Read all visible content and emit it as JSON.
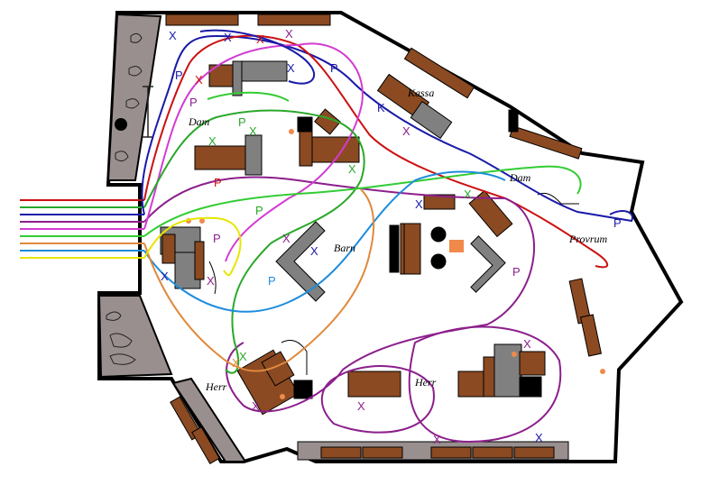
{
  "labels": {
    "dam1": "Dam",
    "dam2": "Dam",
    "kassa": "Kassa",
    "barn": "Barn",
    "provrum": "Provrum",
    "herr1": "Herr",
    "herr2": "Herr"
  },
  "colors": {
    "wall": "#000000",
    "floor": "#ffffff",
    "shelf": "#8b4a22",
    "gray": "#808080",
    "shelf_dark": "#6e3a1a",
    "floor_gray": "#9a8f8f",
    "accent_orange": "#f08a4b",
    "path_red": "#cc1111",
    "path_blue": "#1a1aa8",
    "path_purple": "#8c1f8c",
    "path_green": "#2aa82a",
    "path_lgreen": "#33cc33",
    "path_magenta": "#d23cd2",
    "path_cyan": "#1e8cdc",
    "path_orange": "#e08a3c",
    "path_yellow": "#e6e600"
  },
  "markers": [
    {
      "text": "X",
      "color": "#1a1aa8"
    },
    {
      "text": "X",
      "color": "#1a1aa8"
    },
    {
      "text": "X",
      "color": "#cc1111"
    },
    {
      "text": "X",
      "color": "#8c1f8c"
    },
    {
      "text": "P",
      "color": "#1a1aa8"
    },
    {
      "text": "X",
      "color": "#cc1111"
    },
    {
      "text": "X",
      "color": "#1a1aa8"
    },
    {
      "text": "P",
      "color": "#1a1aa8"
    },
    {
      "text": "P",
      "color": "#8c1f8c"
    },
    {
      "text": "P",
      "color": "#2aa82a"
    },
    {
      "text": "X",
      "color": "#2aa82a"
    },
    {
      "text": "X",
      "color": "#2aa82a"
    },
    {
      "text": "K",
      "color": "#1a1aa8"
    },
    {
      "text": "X",
      "color": "#8c1f8c"
    },
    {
      "text": "P",
      "color": "#cc1111"
    },
    {
      "text": "X",
      "color": "#1a1aa8"
    },
    {
      "text": "X",
      "color": "#2aa82a"
    },
    {
      "text": "X",
      "color": "#2aa82a"
    },
    {
      "text": "P",
      "color": "#1a1aa8"
    },
    {
      "text": "P",
      "color": "#2aa82a"
    },
    {
      "text": "P",
      "color": "#8c1f8c"
    },
    {
      "text": "X",
      "color": "#8c1f8c"
    },
    {
      "text": "X",
      "color": "#1a1aa8"
    },
    {
      "text": "X",
      "color": "#1a1aa8"
    },
    {
      "text": "X",
      "color": "#8c1f8c"
    },
    {
      "text": "P",
      "color": "#1e8cdc"
    },
    {
      "text": "P",
      "color": "#8c1f8c"
    },
    {
      "text": "X",
      "color": "#2aa82a"
    },
    {
      "text": "X",
      "color": "#e08a3c"
    },
    {
      "text": "X",
      "color": "#8c1f8c"
    },
    {
      "text": "X",
      "color": "#8c1f8c"
    },
    {
      "text": "X",
      "color": "#8c1f8c"
    },
    {
      "text": "X",
      "color": "#8c1f8c"
    },
    {
      "text": "X",
      "color": "#1a1aa8"
    }
  ]
}
